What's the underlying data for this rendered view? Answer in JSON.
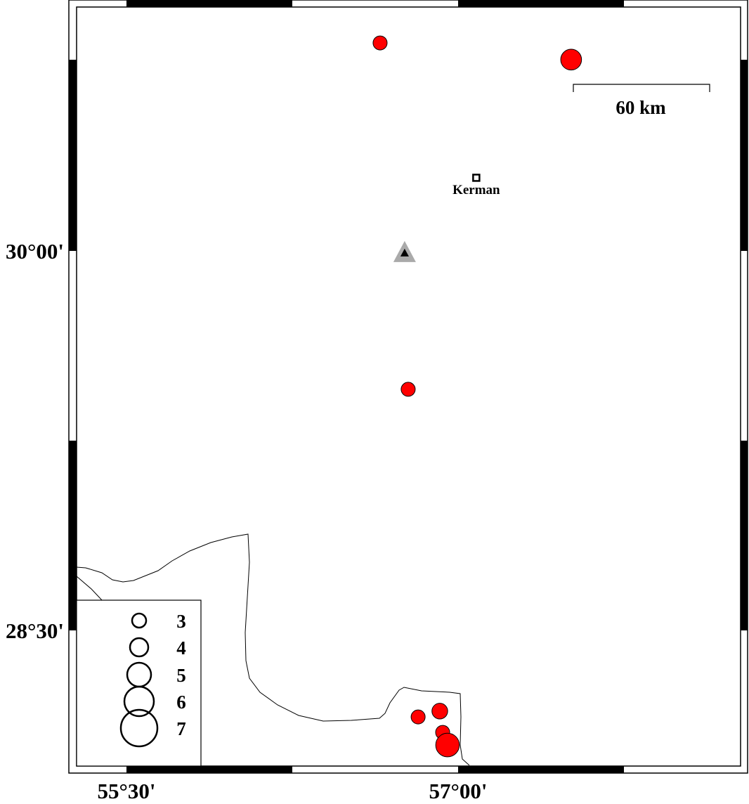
{
  "map": {
    "lon_range": [
      55.25,
      58.31
    ],
    "lat_range": [
      28.02,
      31.0
    ],
    "x_ticks": [
      {
        "lon": 55.5,
        "label": "55°30'"
      },
      {
        "lon": 57.0,
        "label": "57°00'"
      }
    ],
    "y_ticks": [
      {
        "lat": 30.0,
        "label": "30°00'"
      },
      {
        "lat": 28.5,
        "label": "28°30'"
      }
    ],
    "scale_bar": {
      "label": "60 km"
    },
    "city": {
      "name": "Kerman",
      "lon": 57.082,
      "lat": 30.289
    },
    "station": {
      "lon": 56.758,
      "lat": 29.992
    },
    "events": [
      {
        "lon": 56.647,
        "lat": 30.822,
        "mag": 3.0
      },
      {
        "lon": 57.511,
        "lat": 30.756,
        "mag": 4.2
      },
      {
        "lon": 56.774,
        "lat": 29.453,
        "mag": 3.0
      },
      {
        "lon": 56.819,
        "lat": 28.158,
        "mag": 3.0
      },
      {
        "lon": 56.917,
        "lat": 28.181,
        "mag": 3.3
      },
      {
        "lon": 56.93,
        "lat": 28.097,
        "mag": 3.0
      },
      {
        "lon": 56.952,
        "lat": 28.047,
        "mag": 4.7
      }
    ],
    "legend": [
      {
        "mag": 3,
        "label": "3"
      },
      {
        "mag": 4,
        "label": "4"
      },
      {
        "mag": 5,
        "label": "5"
      },
      {
        "mag": 6,
        "label": "6"
      },
      {
        "mag": 7,
        "label": "7"
      }
    ],
    "colors": {
      "event": "#ff0000",
      "station_halo": "#aaaaaa",
      "station": "#000000"
    }
  }
}
